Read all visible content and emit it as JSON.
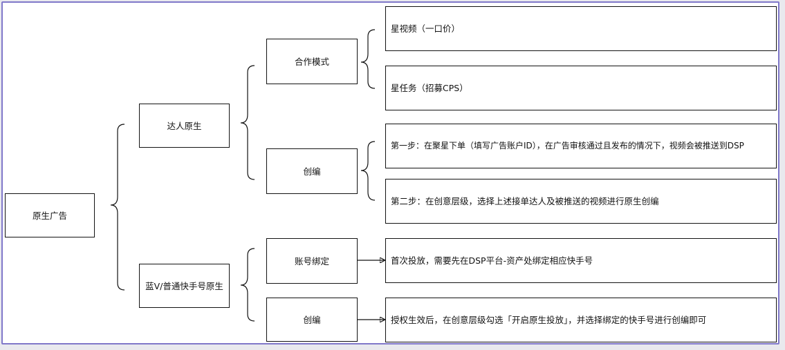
{
  "root": {
    "label": "原生广告"
  },
  "level1": {
    "talent_native": "达人原生",
    "kuaishou_native": "蓝V/普通快手号原生"
  },
  "level2": {
    "cooperation_mode": "合作模式",
    "creative_talent": "创编",
    "account_binding": "账号绑定",
    "creative_kuaishou": "创编"
  },
  "leaves": {
    "star_video": "星视频（一口价）",
    "star_task": "星任务（招募CPS）",
    "step_one": "第一步：在聚星下单（填写广告账户ID），在广告审核通过且发布的情况下，视频会被推送到DSP",
    "step_two": "第二步：在创意层级，选择上述接单达人及被推送的视频进行原生创编",
    "first_delivery": "首次投放，需要先在DSP平台-资产处绑定相应快手号",
    "authorization": "授权生效后，在创意层级勾选「开启原生投放」，并选择绑定的快手号进行创编即可"
  },
  "colors": {
    "frame_border": "#7f77c9",
    "node_border": "#111111",
    "background": "#ffffff"
  }
}
